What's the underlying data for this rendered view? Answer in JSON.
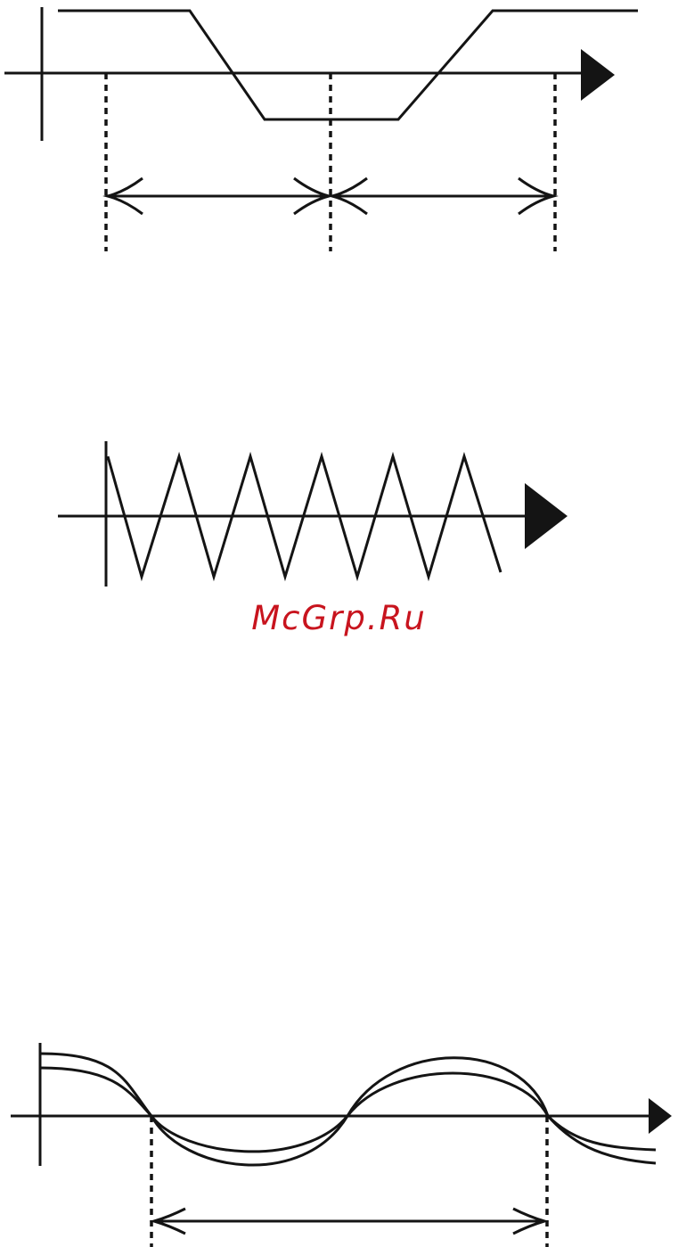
{
  "watermark": {
    "text": "McGrp.Ru"
  },
  "colors": {
    "line": "#141414",
    "watermark": "#c8141e",
    "background": "#ffffff"
  },
  "figures": [
    {
      "name": "trapezoid-waveform",
      "wave": "trapezoid",
      "annotation": "two-period-arrows"
    },
    {
      "name": "triangle-waveform",
      "wave": "triangle",
      "peaks": 6
    },
    {
      "name": "sine-waveform",
      "wave": "sine",
      "curves": 2,
      "annotation": "one-period-arrow"
    }
  ]
}
